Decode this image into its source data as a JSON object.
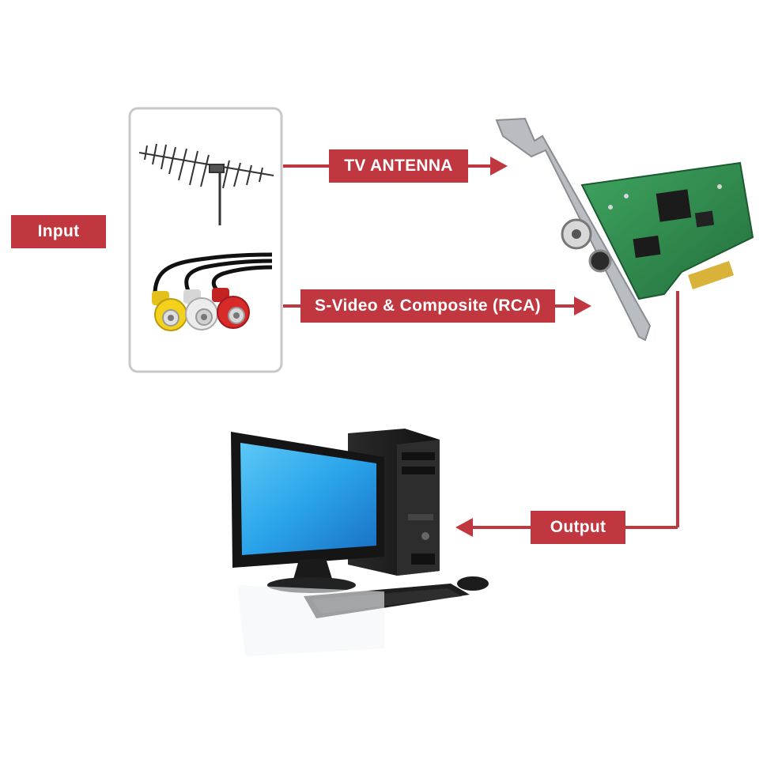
{
  "labels": {
    "input": "Input",
    "tv_antenna": "TV ANTENNA",
    "svideo_composite": "S-Video & Composite (RCA)",
    "output": "Output"
  },
  "colors": {
    "accent": "#c0373f",
    "box_border": "#c8c8c8",
    "pcb_green": "#2e8a4e",
    "bracket_gray": "#b9bcc0",
    "monitor_screen": "#2aa4ea",
    "computer_black": "#1c1c1c",
    "rca_yellow": "#f4d21c",
    "rca_white": "#e8e8e8",
    "rca_red": "#d92a2a"
  },
  "icons": [
    "tv-antenna-icon",
    "rca-cable-icon",
    "capture-card-icon",
    "desktop-computer-icon"
  ]
}
